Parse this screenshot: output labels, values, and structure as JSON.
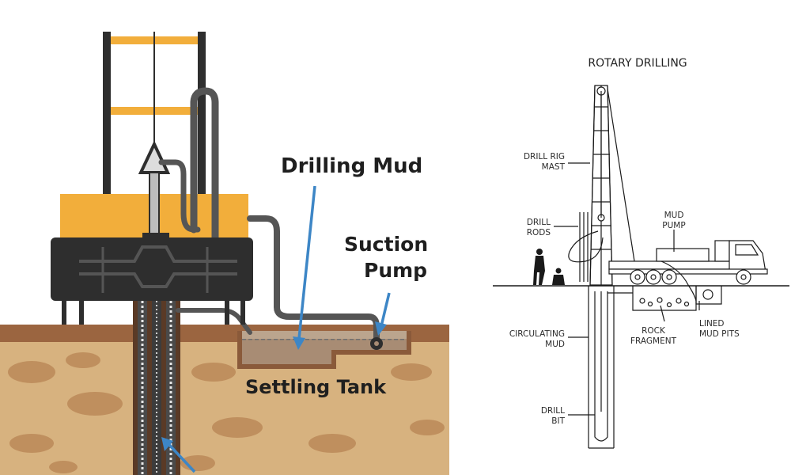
{
  "left_diagram": {
    "labels": {
      "drilling_mud": "Drilling Mud",
      "suction_pump_line1": "Suction",
      "suction_pump_line2": "Pump",
      "settling_tank": "Settling Tank"
    },
    "colors": {
      "rig_orange": "#F2AE3B",
      "rig_body": "#2E2E2E",
      "soil_top": "#9B6540",
      "soil_body": "#D7B27F",
      "soil_spots": "#BF8F5E",
      "arrow_blue": "#3D86C6",
      "hose_gray": "#555555"
    }
  },
  "right_diagram": {
    "title": "ROTARY DRILLING",
    "labels": {
      "drill_rig_mast_1": "DRILL RIG",
      "drill_rig_mast_2": "MAST",
      "drill_rods_1": "DRILL",
      "drill_rods_2": "RODS",
      "mud_pump_1": "MUD",
      "mud_pump_2": "PUMP",
      "circulating_mud_1": "CIRCULATING",
      "circulating_mud_2": "MUD",
      "rock_fragment_1": "ROCK",
      "rock_fragment_2": "FRAGMENT",
      "lined_mud_pits_1": "LINED",
      "lined_mud_pits_2": "MUD PITS",
      "drill_bit_1": "DRILL",
      "drill_bit_2": "BIT"
    }
  }
}
